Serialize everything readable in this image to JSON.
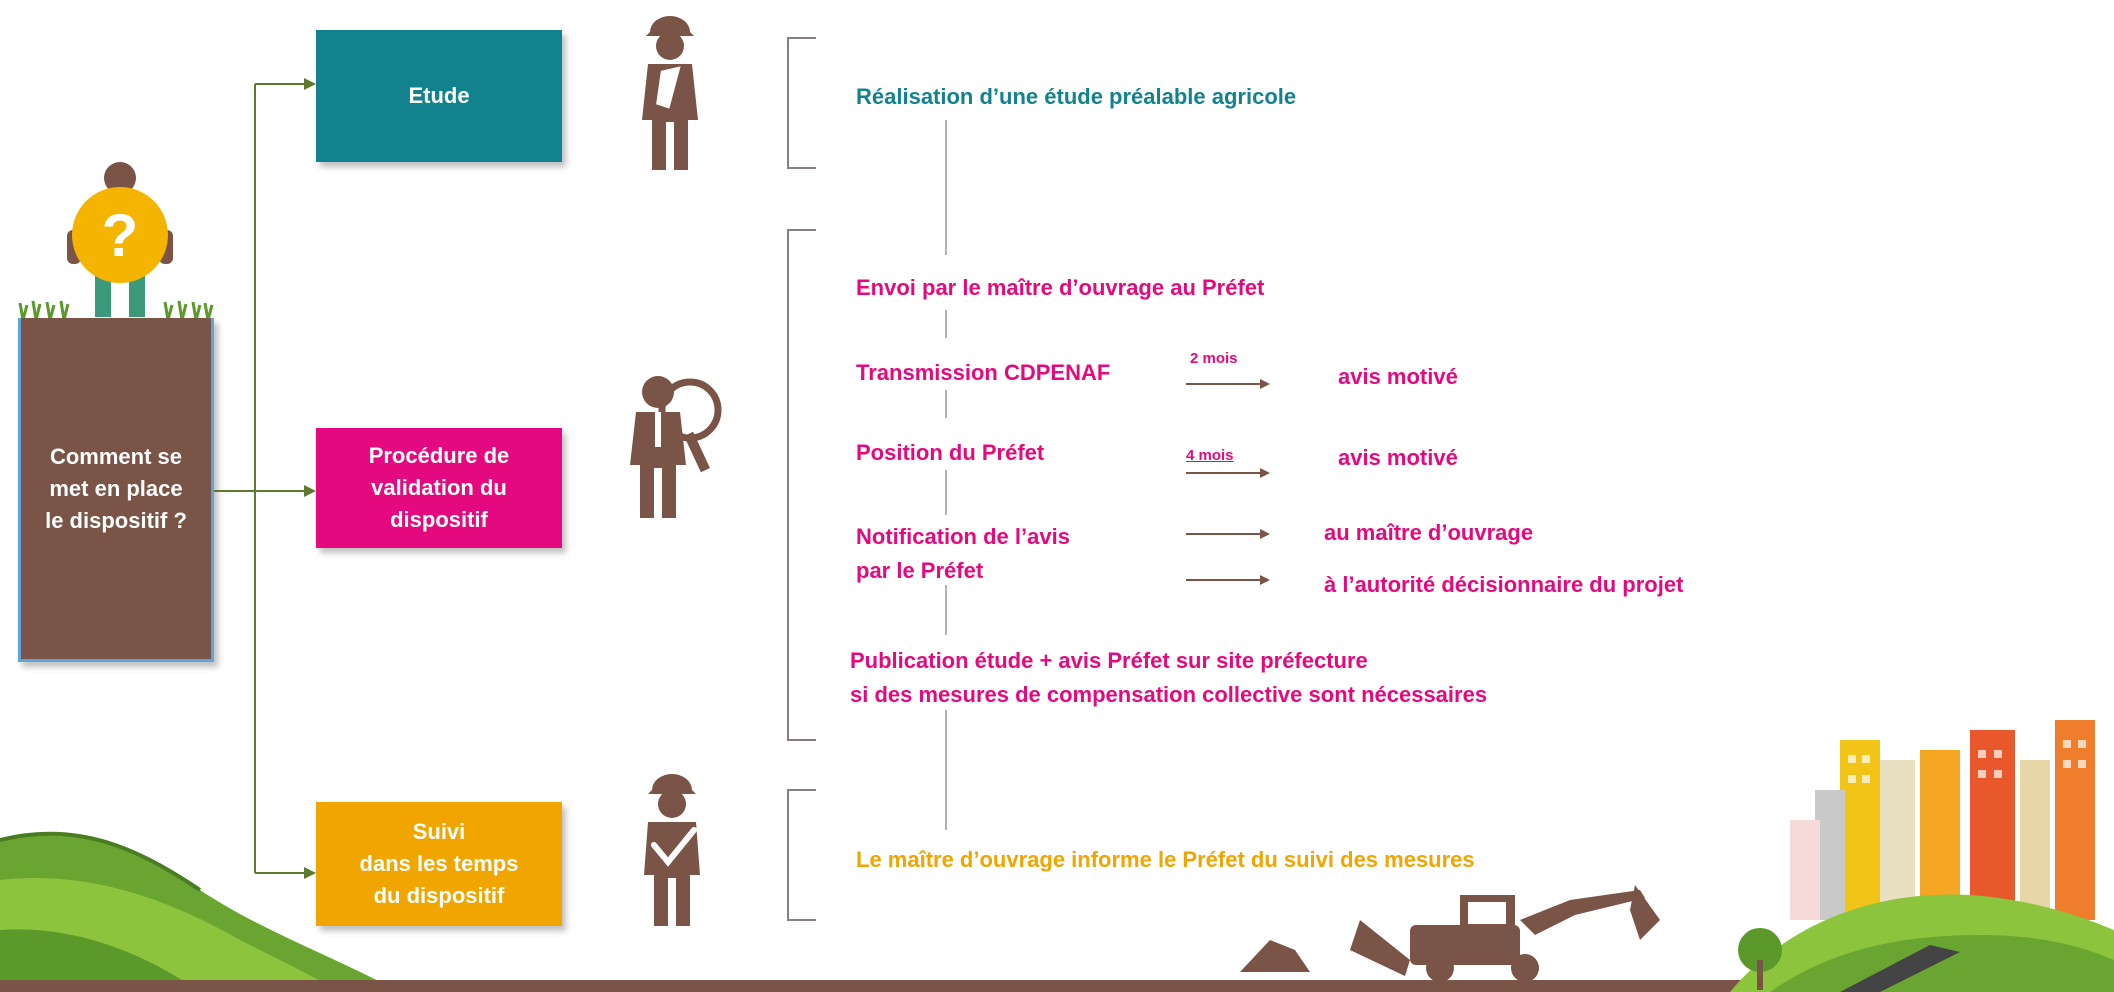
{
  "colors": {
    "teal": "#13828f",
    "magenta": "#e5097f",
    "orange": "#f0a500",
    "brown": "#7a5446",
    "dark_brown": "#6b4637",
    "green_connector": "#5e7a2c"
  },
  "question_box": {
    "label": "Comment se\nmet en place\nle dispositif ?"
  },
  "stages": {
    "etude": {
      "label": "Etude"
    },
    "validation": {
      "label": "Procédure de\nvalidation du\ndispositif"
    },
    "suivi": {
      "label": "Suivi\ndans les temps\ndu dispositif"
    }
  },
  "steps": {
    "realisation": "Réalisation d’une étude préalable agricole",
    "envoi": "Envoi par le maître d’ouvrage au Préfet",
    "transmission": "Transmission CDPENAF",
    "transmission_delay": "2 mois",
    "transmission_result": "avis motivé",
    "position": "Position du Préfet",
    "position_delay": "4 mois",
    "position_result": "avis motivé",
    "notification": "Notification de l’avis\npar le Préfet",
    "notification_result_1": "au maître d’ouvrage",
    "notification_result_2": "à l’autorité décisionnaire du projet",
    "publication": "Publication étude + avis Préfet sur site préfecture\nsi des mesures de compensation collective sont nécessaires",
    "suivi_text": "Le maître d’ouvrage informe le Préfet du suivi des mesures"
  },
  "icons": {
    "question_person": "question-mark-person-icon",
    "engineer": "engineer-with-plan-icon",
    "inspector": "inspector-with-magnifier-icon",
    "supervisor": "supervisor-with-checkmark-icon",
    "excavator": "excavator-icon",
    "city": "city-buildings-icon",
    "grass": "grass-icon"
  }
}
